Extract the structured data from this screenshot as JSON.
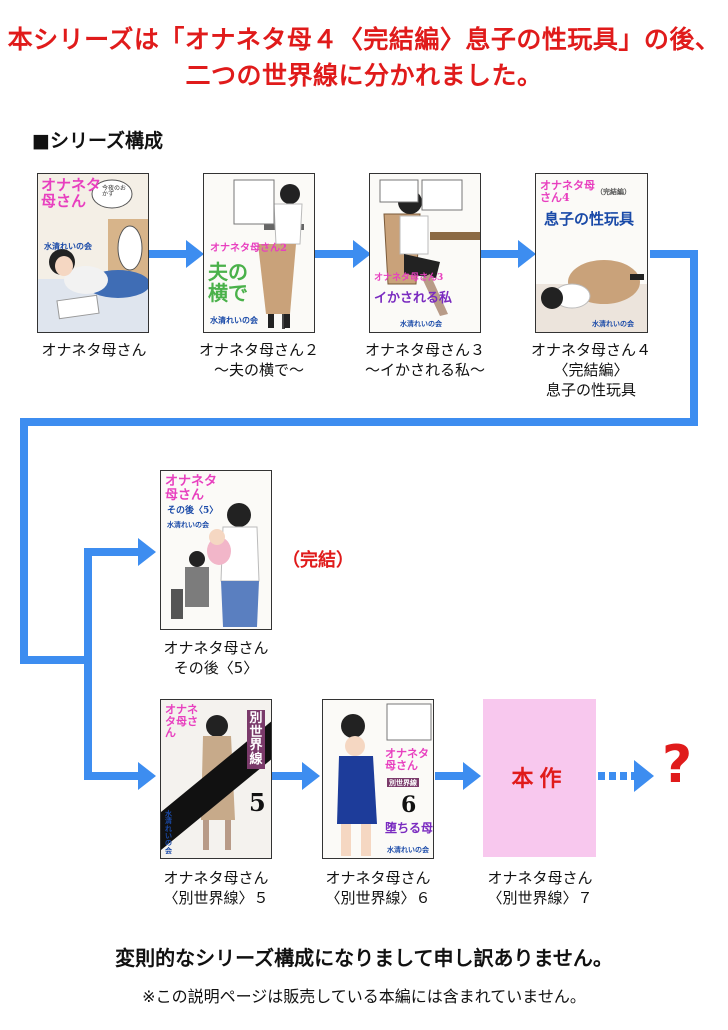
{
  "header": {
    "line1": "本シリーズは「オナネタ母４〈完結編〉息子の性玩具」の後、",
    "line2": "二つの世界線に分かれました。"
  },
  "section_title": "■シリーズ構成",
  "books": [
    {
      "caption": [
        "オナネタ母さん"
      ],
      "cover_title": "オナネタ母さん",
      "cover_author": "水清れいの会",
      "cover_bubble": "今夜のおかず"
    },
    {
      "caption": [
        "オナネタ母さん２",
        "〜夫の横で〜"
      ],
      "cover_title": "オナネタ母さん2",
      "cover_subtitle": "夫の横で",
      "cover_author": "水清れいの会"
    },
    {
      "caption": [
        "オナネタ母さん３",
        "〜イかされる私〜"
      ],
      "cover_title": "オナネタ母さん3",
      "cover_subtitle": "イかされる私",
      "cover_author": "水清れいの会"
    },
    {
      "caption": [
        "オナネタ母さん４",
        "〈完結編〉",
        "息子の性玩具"
      ],
      "cover_title": "オナネタ母さん4",
      "cover_tag": "（完結編）",
      "cover_subtitle": "息子の性玩具",
      "cover_author": "水清れいの会"
    },
    {
      "caption": [
        "オナネタ母さん",
        "その後〈5〉"
      ],
      "cover_title": "オナネタ母さん",
      "cover_subtitle": "その後〈5〉",
      "cover_author": "水清れいの会",
      "status": "（完結）"
    },
    {
      "caption": [
        "オナネタ母さん",
        "〈別世界線〉５"
      ],
      "cover_title": "オナネタ母さん",
      "cover_band": "別世界線",
      "cover_number": "5",
      "cover_author": "水清れいの会"
    },
    {
      "caption": [
        "オナネタ母さん",
        "〈別世界線〉６"
      ],
      "cover_title": "オナネタ母さん",
      "cover_band": "別世界線",
      "cover_number": "6",
      "cover_subtitle": "堕ちる母",
      "cover_author": "水清れいの会"
    },
    {
      "caption": [
        "オナネタ母さん",
        "〈別世界線〉７"
      ],
      "placeholder": "本作"
    }
  ],
  "unknown_next": "?",
  "footer": {
    "apology": "変則的なシリーズ構成になりまして申し訳ありません。",
    "note": "※この説明ページは販売している本編には含まれていません。"
  },
  "colors": {
    "headline": "#e01b1b",
    "arrow": "#3d8df0",
    "placeholder_bg": "#f8c8ee",
    "cover_title": "#e83fbf"
  }
}
